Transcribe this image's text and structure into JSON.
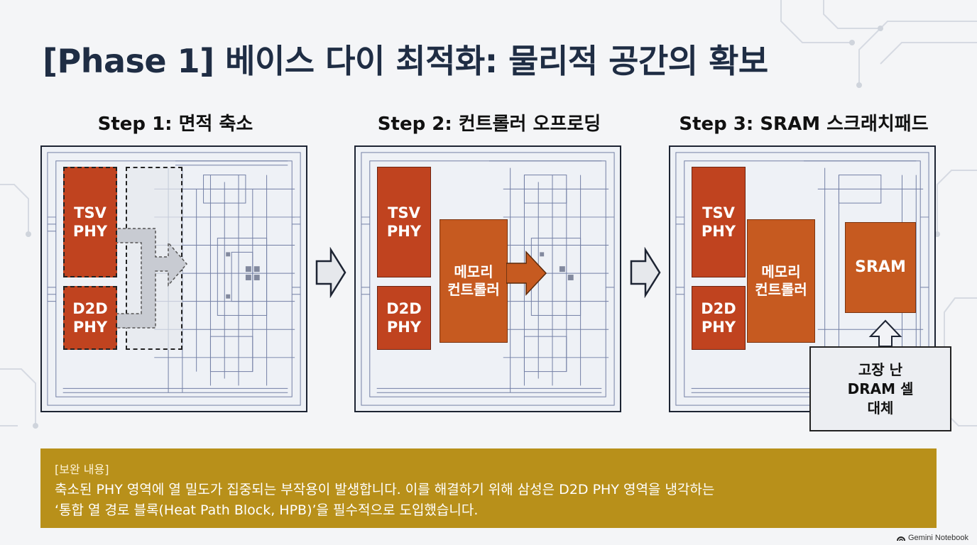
{
  "title": "[Phase 1] 베이스 다이 최적화: 물리적 공간의 확보",
  "steps": [
    {
      "title": "Step 1: 면적 축소",
      "blocks": {
        "tsv": "TSV\nPHY",
        "d2d": "D2D\nPHY"
      }
    },
    {
      "title": "Step 2: 컨트롤러 오프로딩",
      "blocks": {
        "tsv": "TSV\nPHY",
        "d2d": "D2D\nPHY",
        "memctrl": "메모리\n컨트롤러"
      }
    },
    {
      "title": "Step 3: SRAM 스크래치패드",
      "blocks": {
        "tsv": "TSV\nPHY",
        "d2d": "D2D\nPHY",
        "memctrl": "메모리\n컨트롤러",
        "sram": "SRAM"
      }
    }
  ],
  "callout": "고장 난\nDRAM 셀\n대체",
  "note": {
    "label": "[보완 내용]",
    "body": "축소된 PHY 영역에 열 밀도가 집중되는 부작용이 발생합니다. 이를 해결하기 위해 삼성은 D2D PHY 영역을 냉각하는\n‘통합 열 경로 블록(Heat Path Block, HPB)’을 필수적으로 도입했습니다."
  },
  "brand": "Gemini Notebook",
  "colors": {
    "title": "#1f2d44",
    "phy_block": "#c0431f",
    "controller_block": "#c65a20",
    "note_bg": "#b8901a"
  },
  "icons": [
    "circuit-background",
    "chevron-right-icon",
    "arrow-up-icon",
    "notebook-logo-icon"
  ]
}
